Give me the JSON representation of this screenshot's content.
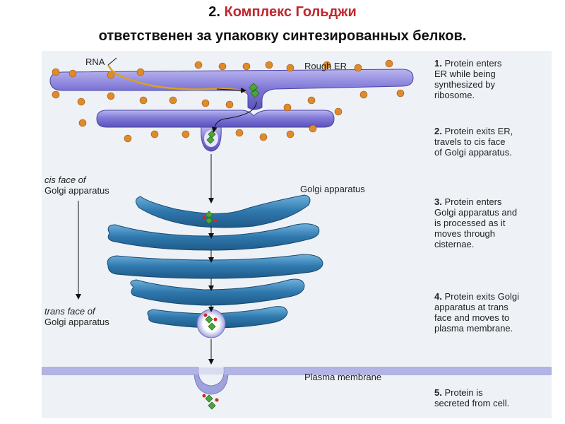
{
  "header": {
    "number": "2.",
    "title": "Комплекс Гольджи",
    "subtitle": "ответственен за упаковку синтезированных белков."
  },
  "labels": {
    "rna": "RNA",
    "rough_er": "Rough ER",
    "cis_face_1": "cis face of",
    "cis_face_2": "Golgi apparatus",
    "golgi": "Golgi apparatus",
    "trans_face_1": "trans face of",
    "trans_face_2": "Golgi apparatus",
    "plasma_membrane": "Plasma membrane"
  },
  "steps": [
    {
      "num": "1.",
      "lines": [
        "Protein enters",
        "ER while being",
        "synthesized by",
        "ribosome."
      ]
    },
    {
      "num": "2.",
      "lines": [
        "Protein exits ER,",
        "travels to cis face",
        "of Golgi apparatus."
      ]
    },
    {
      "num": "3.",
      "lines": [
        "Protein enters",
        "Golgi apparatus and",
        "is processed as it",
        "moves through",
        "cisternae."
      ]
    },
    {
      "num": "4.",
      "lines": [
        "Protein exits Golgi",
        "apparatus at trans",
        "face and moves to",
        "plasma membrane."
      ]
    },
    {
      "num": "5.",
      "lines": [
        "Protein is",
        "secreted from cell."
      ]
    }
  ],
  "colors": {
    "title_accent": "#c0262d",
    "er": "#7b74d0",
    "golgi": "#3a7fb0",
    "ribosome": "#e08a2a",
    "protein": "#4aa63a"
  }
}
